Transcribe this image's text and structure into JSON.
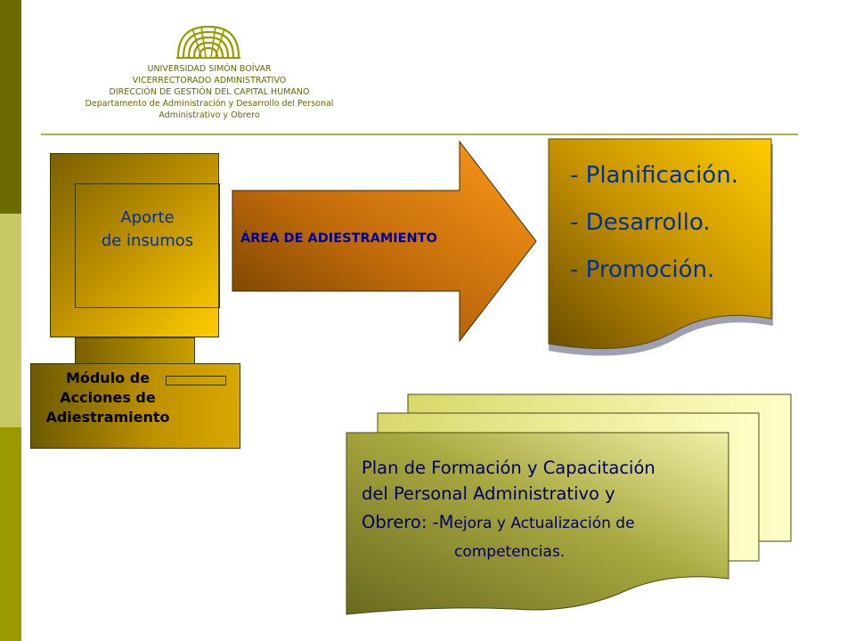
{
  "header": {
    "lines": [
      "UNIVERSIDAD SIMÓN BOÍVAR",
      "VICERRECTORADO ADMINISTRATIVO",
      "DIRECCIÓN DE GESTIÓN DEL CAPITAL HUMANO",
      "Departamento de Administración y Desarrollo del Personal",
      "Administrativo y Obrero"
    ]
  },
  "monitor": {
    "screen_lines": [
      "Aporte",
      "de insumos"
    ],
    "base_lines": [
      "Módulo de",
      "Acciones de",
      "Adiestramiento"
    ]
  },
  "arrow": {
    "label": "ÁREA DE ADIESTRAMIENTO"
  },
  "outcomes": {
    "items": [
      "- Planificación.",
      "- Desarrollo.",
      "- Promoción."
    ]
  },
  "plan": {
    "line1": "Plan de Formación y Capacitación",
    "line2": "del Personal Administrativo y",
    "line3_prefix": "Obrero: -M",
    "line3_suffix": "ejora y Actualización de",
    "line4": "competencias."
  },
  "colors": {
    "sidebar_dark": "#6b6b00",
    "sidebar_light": "#c8c864",
    "sidebar_olive": "#9a9a00",
    "text_blue": "#003399",
    "gold": "#ffcc00",
    "brown": "#7a5200"
  }
}
